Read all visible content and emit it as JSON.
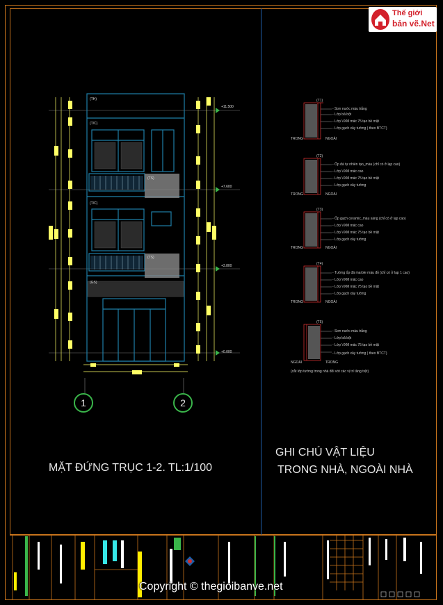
{
  "logo": {
    "line1": "Thế giới",
    "line2": "bản vẽ.Net"
  },
  "elevation": {
    "title": "MẶT ĐỨNG TRỤC 1-2. TL:1/100",
    "axes": [
      "1",
      "2"
    ],
    "tags": [
      "(TH)",
      "(T/C)",
      "(TS)",
      "(T/C)",
      "(TS)",
      "(GS)"
    ],
    "levels": [
      "+11.500",
      "+7.600",
      "+3.800",
      "+0.000"
    ]
  },
  "materials": {
    "title_line1": "GHI CHÚ VẬT LIỆU",
    "title_line2": "TRONG NHÀ, NGOÀI NHÀ",
    "details": [
      {
        "tag": "(T1)",
        "left": "TRONG",
        "right": "NGOÀI",
        "lines": [
          "- Sơn nước màu trắng",
          "- Lớp bả bột",
          "- Lớp VXM mác 75 tạo bề mặt",
          "- Lớp gạch xây tường ( theo BTCT)"
        ]
      },
      {
        "tag": "(T2)",
        "left": "TRONG",
        "right": "NGOÀI",
        "lines": [
          "- Ốp đá tự nhiên tạo_màu (chỉ có ở lạp cao)",
          "- Lớp VXM mác cao",
          "- Lớp VXM mác 75 tạo bề mặt",
          "- Lớp gạch xây tường"
        ]
      },
      {
        "tag": "(T3)",
        "left": "TRONG",
        "right": "NGOÀI",
        "lines": [
          "- Ốp gạch ceramic_màu sáng (chỉ có ở lạp cao)",
          "- Lớp VXM mác cao",
          "- Lớp VXM mác 75 tạo bề mặt",
          "- Lớp gạch xây tường"
        ]
      },
      {
        "tag": "(T4)",
        "left": "TRONG",
        "right": "NGOÀI",
        "lines": [
          "- Tường ốp đá marble màu đỏ (chỉ có ở lạp 1 cao)",
          "- Lớp VXM mác cao",
          "- Lớp VXM mác 75 tạo bề mặt",
          "- Lớp gạch xây tường"
        ]
      },
      {
        "tag": "(T5)",
        "left": "NGOÀI",
        "right": "TRONG",
        "lines": [
          "- Sơn nước màu trắng",
          "- Lớp bả bột",
          "- Lớp VXM mác 75 tạo bề mặt",
          "- Lớp gạch xây tường ( theo BTCT)"
        ]
      }
    ],
    "footnote": "(cắt lớp tường trong nhà đối với các vị trí tầng trệt)"
  },
  "watermark": "Copyright © thegioibanve.net",
  "colors": {
    "frame": "#c8741c",
    "divider": "#1f5fa8",
    "drawing": "#1f7fa8",
    "dimension": "#ffff66",
    "axis": "#3ab54a",
    "detail": "#d03030",
    "logo": "#d3212b"
  }
}
